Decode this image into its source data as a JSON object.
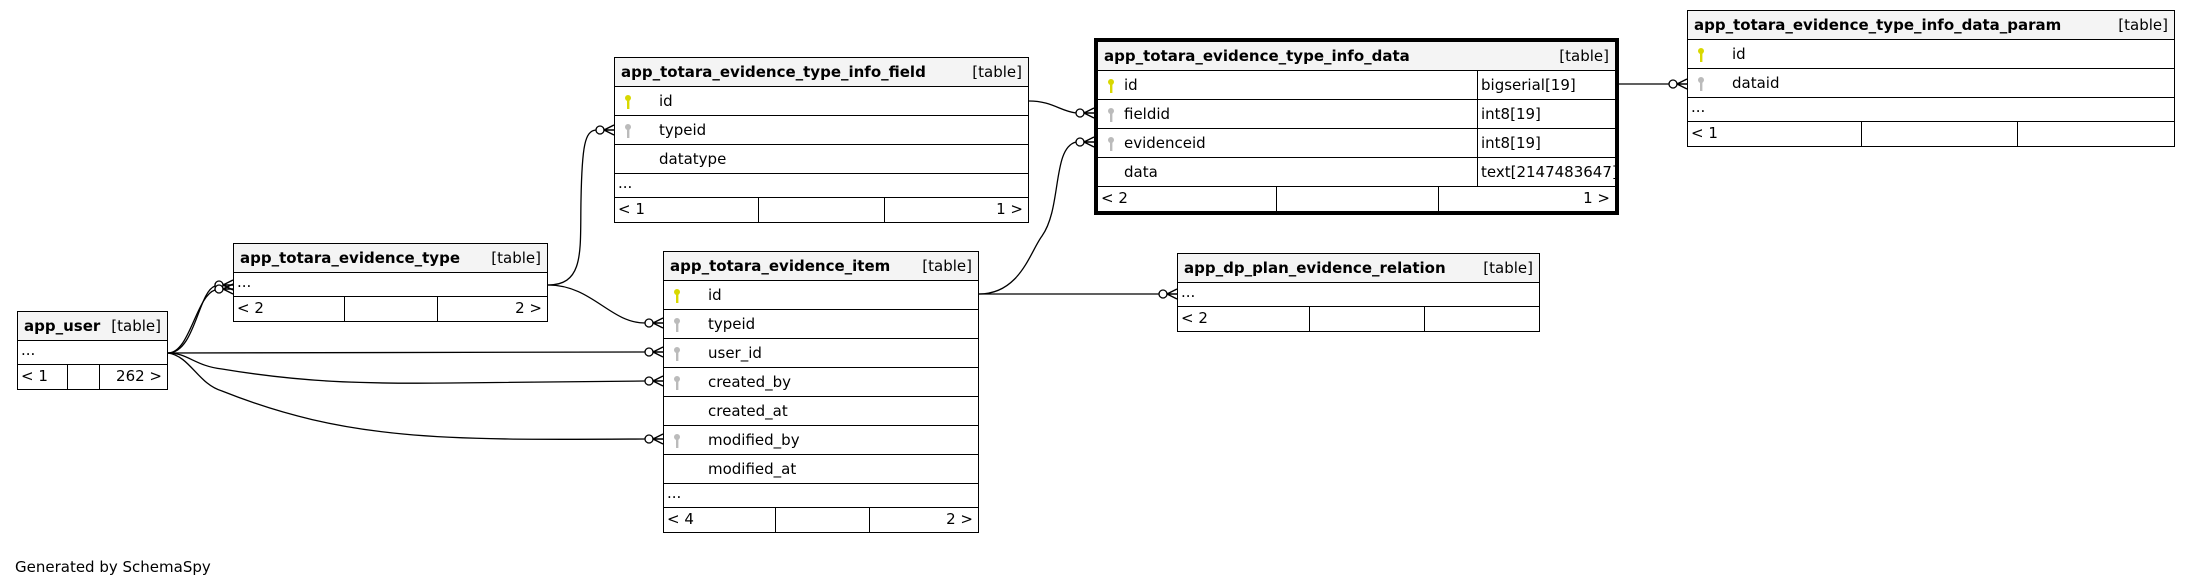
{
  "tables": [
    {
      "id": "app_user",
      "name": "app_user",
      "type_label": "[table]",
      "columns": [],
      "more": "...",
      "footer": {
        "parents": "< 1",
        "children": "262 >"
      }
    },
    {
      "id": "app_totara_evidence_type",
      "name": "app_totara_evidence_type",
      "type_label": "[table]",
      "columns": [],
      "more": "...",
      "footer": {
        "parents": "< 2",
        "children": "2 >"
      }
    },
    {
      "id": "app_totara_evidence_item",
      "name": "app_totara_evidence_item",
      "type_label": "[table]",
      "columns": [
        {
          "name": "id",
          "key": "pk"
        },
        {
          "name": "typeid",
          "key": "fk"
        },
        {
          "name": "user_id",
          "key": "fk"
        },
        {
          "name": "created_by",
          "key": "fk"
        },
        {
          "name": "created_at",
          "key": null
        },
        {
          "name": "modified_by",
          "key": "fk"
        },
        {
          "name": "modified_at",
          "key": null
        }
      ],
      "more": "...",
      "footer": {
        "parents": "< 4",
        "children": "2 >"
      }
    },
    {
      "id": "app_totara_evidence_type_info_field",
      "name": "app_totara_evidence_type_info_field",
      "type_label": "[table]",
      "columns": [
        {
          "name": "id",
          "key": "pk"
        },
        {
          "name": "typeid",
          "key": "fk"
        },
        {
          "name": "datatype",
          "key": null
        }
      ],
      "more": "...",
      "footer": {
        "parents": "< 1",
        "children": "1 >"
      }
    },
    {
      "id": "app_totara_evidence_type_info_data",
      "name": "app_totara_evidence_type_info_data",
      "type_label": "[table]",
      "columns": [
        {
          "name": "id",
          "key": "pk",
          "dtype": "bigserial[19]"
        },
        {
          "name": "fieldid",
          "key": "fk",
          "dtype": "int8[19]"
        },
        {
          "name": "evidenceid",
          "key": "fk",
          "dtype": "int8[19]"
        },
        {
          "name": "data",
          "key": null,
          "dtype": "text[2147483647]"
        }
      ],
      "more": null,
      "footer": {
        "parents": "< 2",
        "children": "1 >"
      }
    },
    {
      "id": "app_totara_evidence_type_info_data_param",
      "name": "app_totara_evidence_type_info_data_param",
      "type_label": "[table]",
      "columns": [
        {
          "name": "id",
          "key": "pk"
        },
        {
          "name": "dataid",
          "key": "fk"
        }
      ],
      "more": "...",
      "footer": {
        "parents": "< 1",
        "children": ""
      }
    },
    {
      "id": "app_dp_plan_evidence_relation",
      "name": "app_dp_plan_evidence_relation",
      "type_label": "[table]",
      "columns": [],
      "more": "...",
      "footer": {
        "parents": "< 2",
        "children": ""
      }
    }
  ],
  "colors": {
    "pk_key": "#d8d800",
    "fk_key": "#bbbbbb",
    "header_bg": "#f4f4f4"
  },
  "footer_text": "Generated by SchemaSpy"
}
